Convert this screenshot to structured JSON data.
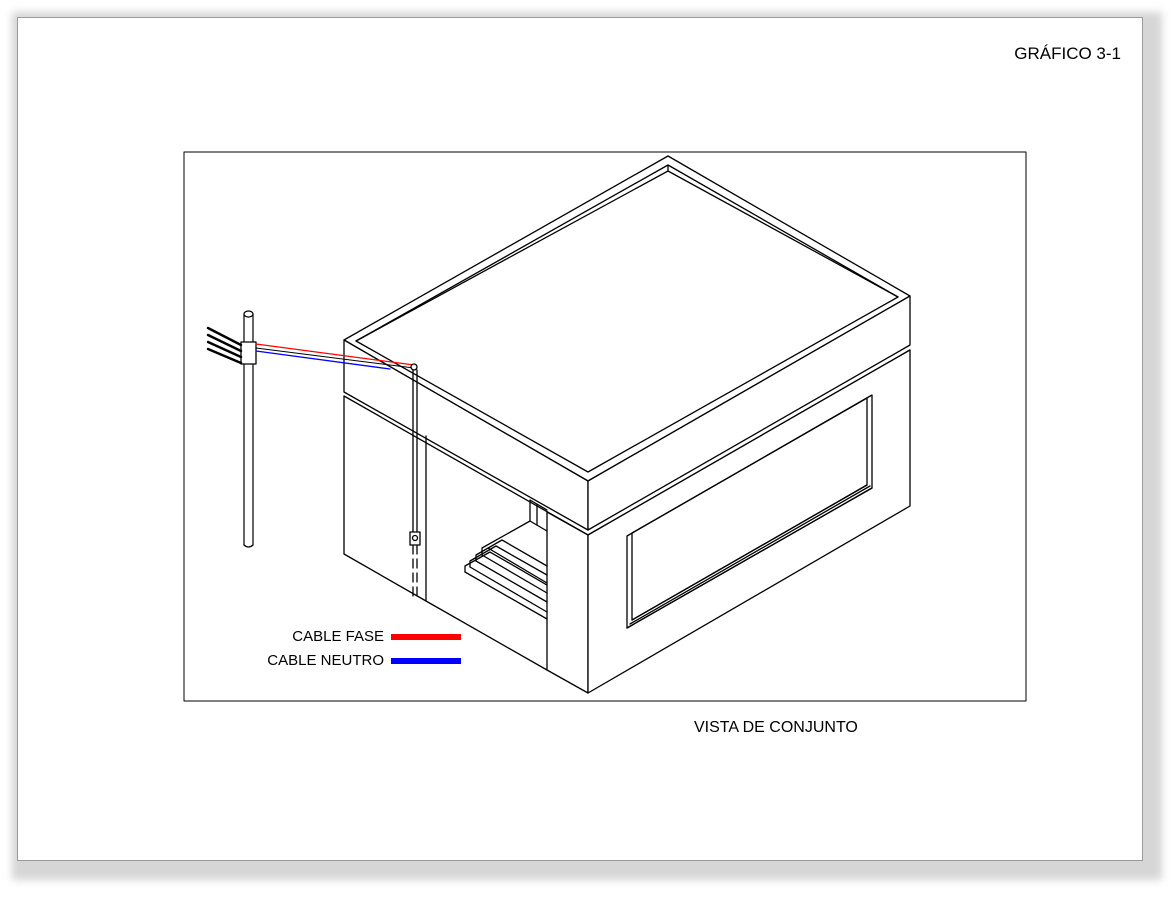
{
  "figure": {
    "title": "GRÁFICO 3-1",
    "caption": "VISTA DE CONJUNTO"
  },
  "legend": {
    "items": [
      {
        "label": "CABLE FASE",
        "color": "#ff0000"
      },
      {
        "label": "CABLE NEUTRO",
        "color": "#0000ff"
      }
    ]
  },
  "colors": {
    "line": "#000000",
    "phase": "#ff0000",
    "neutral": "#0000ff"
  }
}
